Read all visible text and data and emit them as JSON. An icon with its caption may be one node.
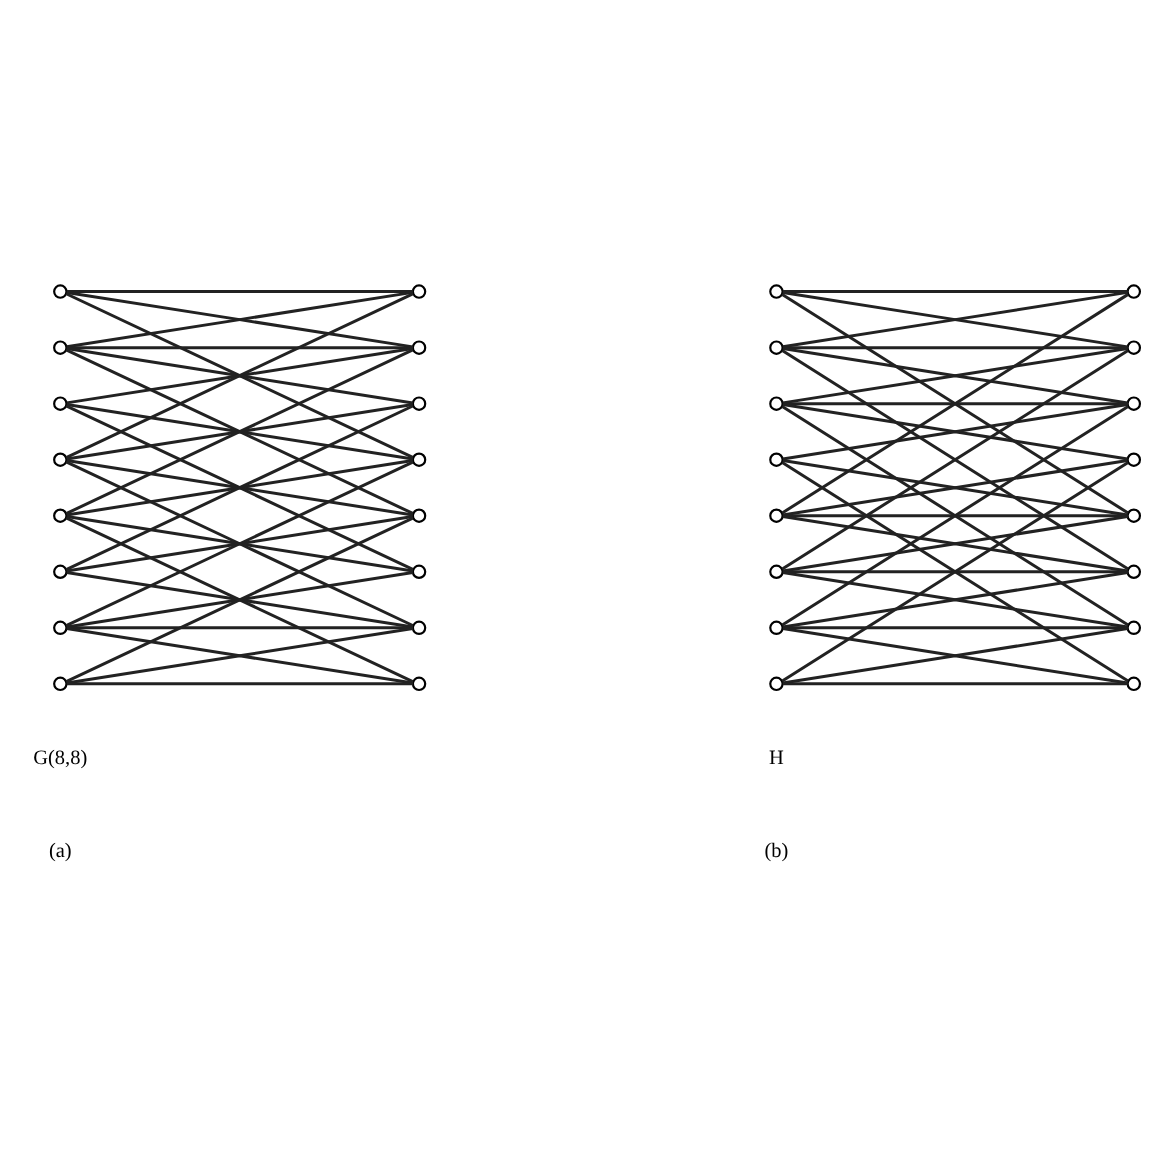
{
  "diagram": {
    "nodes": [
      {
        "text": [],
        "shape": "circle"
      },
      {
        "text": [],
        "shape": "circle"
      },
      {
        "text": [],
        "shape": "circle"
      },
      {
        "text": [],
        "shape": "circle"
      },
      {
        "text": [],
        "shape": "circle"
      },
      {
        "text": [],
        "shape": "circle"
      },
      {
        "text": [],
        "shape": "circle"
      },
      {
        "text": [],
        "shape": "circle"
      },
      {
        "text": [],
        "shape": "circle"
      },
      {
        "text": [],
        "shape": "circle"
      },
      {
        "text": [],
        "shape": "circle"
      },
      {
        "text": [],
        "shape": "circle"
      },
      {
        "text": [],
        "shape": "circle"
      },
      {
        "text": [],
        "shape": "circle"
      },
      {
        "text": [],
        "shape": "circle"
      },
      {
        "text": [],
        "shape": "circle"
      },
      {
        "text": [],
        "shape": "circle"
      },
      {
        "text": [],
        "shape": "circle"
      },
      {
        "text": [],
        "shape": "circle"
      },
      {
        "text": [],
        "shape": "circle"
      },
      {
        "text": [],
        "shape": "circle"
      },
      {
        "text": [],
        "shape": "circle"
      },
      {
        "text": [],
        "shape": "circle"
      },
      {
        "text": [],
        "shape": "circle"
      },
      {
        "text": [],
        "shape": "circle"
      },
      {
        "text": [],
        "shape": "circle"
      },
      {
        "text": [],
        "shape": "circle"
      },
      {
        "text": [],
        "shape": "circle"
      },
      {
        "text": [],
        "shape": "circle"
      },
      {
        "text": [],
        "shape": "circle"
      },
      {
        "text": [],
        "shape": "circle"
      },
      {
        "text": [],
        "shape": "circle"
      }
    ],
    "edges": [
      {
        "from": 0,
        "to": 8,
        "arrow": "none"
      },
      {
        "from": 0,
        "to": 9,
        "arrow": "none"
      },
      {
        "from": 0,
        "to": 11,
        "arrow": "none"
      },
      {
        "from": 1,
        "to": 9,
        "arrow": "none"
      },
      {
        "from": 1,
        "to": 8,
        "arrow": "none"
      },
      {
        "from": 1,
        "to": 10,
        "arrow": "none"
      },
      {
        "from": 1,
        "to": 12,
        "arrow": "none"
      },
      {
        "from": 2,
        "to": 9,
        "arrow": "none"
      },
      {
        "from": 2,
        "to": 11,
        "arrow": "none"
      },
      {
        "from": 2,
        "to": 13,
        "arrow": "none"
      },
      {
        "from": 3,
        "to": 8,
        "arrow": "none"
      },
      {
        "from": 3,
        "to": 10,
        "arrow": "none"
      },
      {
        "from": 3,
        "to": 12,
        "arrow": "none"
      },
      {
        "from": 3,
        "to": 14,
        "arrow": "none"
      },
      {
        "from": 4,
        "to": 9,
        "arrow": "none"
      },
      {
        "from": 4,
        "to": 11,
        "arrow": "none"
      },
      {
        "from": 4,
        "to": 13,
        "arrow": "none"
      },
      {
        "from": 4,
        "to": 15,
        "arrow": "none"
      },
      {
        "from": 5,
        "to": 10,
        "arrow": "none"
      },
      {
        "from": 5,
        "to": 12,
        "arrow": "none"
      },
      {
        "from": 5,
        "to": 14,
        "arrow": "none"
      },
      {
        "from": 6,
        "to": 14,
        "arrow": "none"
      },
      {
        "from": 6,
        "to": 11,
        "arrow": "none"
      },
      {
        "from": 6,
        "to": 13,
        "arrow": "none"
      },
      {
        "from": 6,
        "to": 15,
        "arrow": "none"
      },
      {
        "from": 7,
        "to": 15,
        "arrow": "none"
      },
      {
        "from": 7,
        "to": 12,
        "arrow": "none"
      },
      {
        "from": 7,
        "to": 14,
        "arrow": "none"
      },
      {
        "from": 16,
        "to": 24,
        "arrow": "none"
      },
      {
        "from": 16,
        "to": 25,
        "arrow": "none"
      },
      {
        "from": 16,
        "to": 28,
        "arrow": "none"
      },
      {
        "from": 17,
        "to": 25,
        "arrow": "none"
      },
      {
        "from": 17,
        "to": 24,
        "arrow": "none"
      },
      {
        "from": 17,
        "to": 26,
        "arrow": "none"
      },
      {
        "from": 17,
        "to": 29,
        "arrow": "none"
      },
      {
        "from": 18,
        "to": 26,
        "arrow": "none"
      },
      {
        "from": 18,
        "to": 25,
        "arrow": "none"
      },
      {
        "from": 18,
        "to": 27,
        "arrow": "none"
      },
      {
        "from": 18,
        "to": 30,
        "arrow": "none"
      },
      {
        "from": 19,
        "to": 26,
        "arrow": "none"
      },
      {
        "from": 19,
        "to": 28,
        "arrow": "none"
      },
      {
        "from": 19,
        "to": 31,
        "arrow": "none"
      },
      {
        "from": 20,
        "to": 28,
        "arrow": "none"
      },
      {
        "from": 20,
        "to": 27,
        "arrow": "none"
      },
      {
        "from": 20,
        "to": 29,
        "arrow": "none"
      },
      {
        "from": 20,
        "to": 24,
        "arrow": "none"
      },
      {
        "from": 21,
        "to": 29,
        "arrow": "none"
      },
      {
        "from": 21,
        "to": 28,
        "arrow": "none"
      },
      {
        "from": 21,
        "to": 30,
        "arrow": "none"
      },
      {
        "from": 21,
        "to": 25,
        "arrow": "none"
      },
      {
        "from": 22,
        "to": 30,
        "arrow": "none"
      },
      {
        "from": 22,
        "to": 29,
        "arrow": "none"
      },
      {
        "from": 22,
        "to": 31,
        "arrow": "none"
      },
      {
        "from": 22,
        "to": 26,
        "arrow": "none"
      },
      {
        "from": 23,
        "to": 31,
        "arrow": "none"
      },
      {
        "from": 23,
        "to": 30,
        "arrow": "none"
      },
      {
        "from": 23,
        "to": 27,
        "arrow": "none"
      }
    ],
    "labels": [
      "G(8,8)",
      "H",
      "(a)",
      "(b)"
    ]
  }
}
